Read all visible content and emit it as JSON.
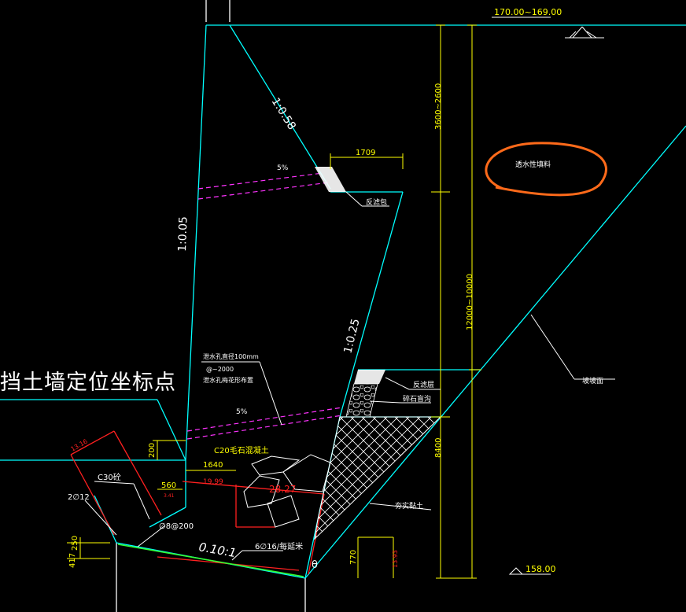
{
  "title": "挡土墙定位坐标点",
  "elevation_top": "170.00~169.00",
  "elevation_bottom": "158.00",
  "slopes": {
    "upper_fill": "1:0.58",
    "wall_front": "1:0.05",
    "wall_back": "1:0.25",
    "base": "0.10:1"
  },
  "dims": {
    "top_width": "1709",
    "upper_height": "3600~2600",
    "total_height": "12000~10000",
    "lower_height": "8400",
    "toe_200": "200",
    "d1640": "1640",
    "d560": "560",
    "d250": "250",
    "d417": "417",
    "d770": "770",
    "red_1199": "19.99",
    "red_2827": "28.27",
    "red_1316": "13.16",
    "red_1393": "13.93",
    "red_small": "3.41",
    "angle": "θ"
  },
  "percent": {
    "upper": "5%",
    "lower": "5%"
  },
  "labels": {
    "filter_upper": "反滤包",
    "filter_lower": "反滤层",
    "gravel": "碎石盲沟",
    "drain_pipe_1": "泄水孔直径100mm",
    "drain_pipe_2": "@~2000",
    "drain_pipe_3": "泄水孔梅花形布置",
    "c20": "C20毛石混凝土",
    "c30": "C30砼",
    "rebar_2012": "2∅12",
    "rebar_d8": "∅8@200",
    "rebar_6016": "6∅16/每延米",
    "compacted": "夯实黏土",
    "slope_face": "坡坡面",
    "permeable": "透水性填料"
  },
  "colors": {
    "cyan": "#00ffff",
    "yellow": "#ffff00",
    "magenta": "#ff33ff",
    "red": "#ff2020",
    "white": "#ffffff",
    "green": "#33ff33",
    "orange": "#ff6a1a"
  }
}
